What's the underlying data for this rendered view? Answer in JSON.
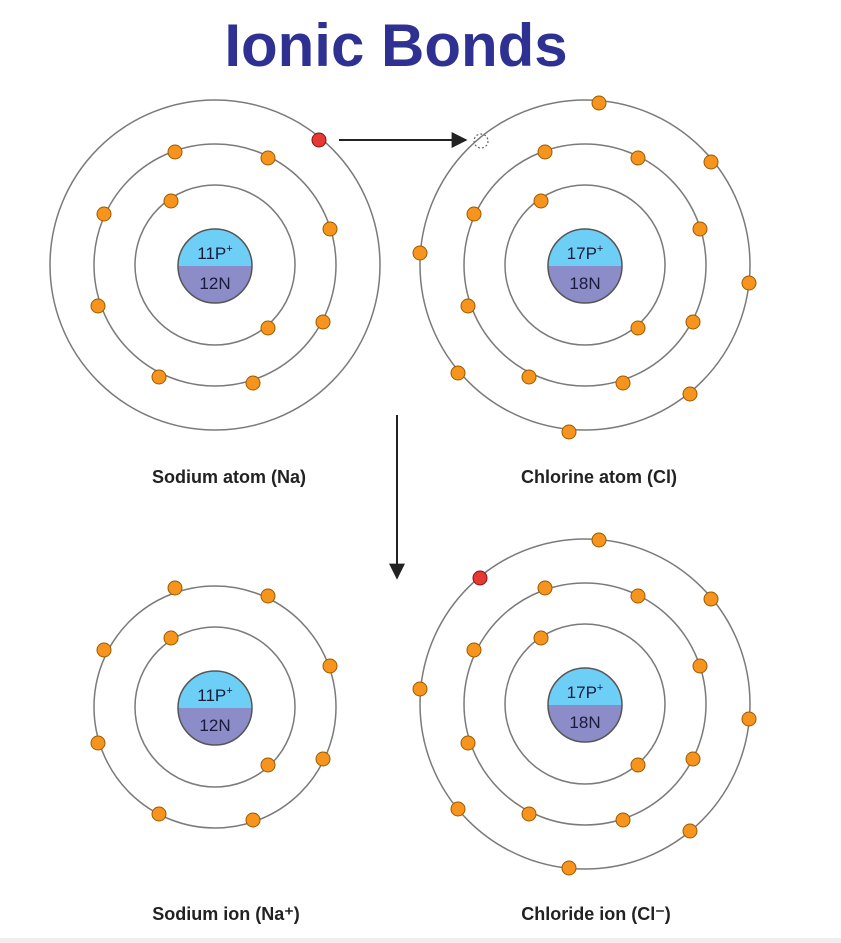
{
  "title": "Ionic Bonds",
  "atoms": [
    {
      "id": "sodium-atom",
      "caption": "Sodium atom (Na)",
      "protons": "11P",
      "proton_sign": "+",
      "neutrons": "12N",
      "shells": [
        2,
        8,
        1
      ]
    },
    {
      "id": "chlorine-atom",
      "caption": "Chlorine atom (Cl)",
      "protons": "17P",
      "proton_sign": "+",
      "neutrons": "18N",
      "shells": [
        2,
        8,
        7
      ]
    },
    {
      "id": "sodium-ion",
      "caption": "Sodium ion (Na⁺)",
      "protons": "11P",
      "proton_sign": "+",
      "neutrons": "12N",
      "shells": [
        2,
        8
      ]
    },
    {
      "id": "chloride-ion",
      "caption": "Chloride ion (Cl⁻)",
      "protons": "17P",
      "proton_sign": "+",
      "neutrons": "18N",
      "shells": [
        2,
        8,
        8
      ]
    }
  ],
  "colors": {
    "title": "#2e3192",
    "electron": "#f7941d",
    "transferred_electron": "#e53935",
    "proton_half": "#6ecff6",
    "neutron_half": "#8c8cc8",
    "orbit": "#7a7a7a"
  },
  "arrows": [
    {
      "id": "electron-transfer-arrow",
      "meaning": ""
    },
    {
      "id": "reaction-arrow",
      "meaning": ""
    }
  ]
}
